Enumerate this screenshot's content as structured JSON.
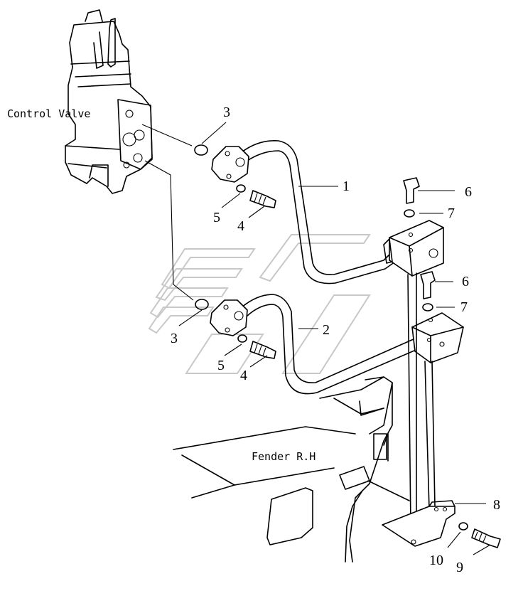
{
  "labels": {
    "control_valve": "Control Valve",
    "fender": "Fender R.H"
  },
  "callouts": {
    "c1": "1",
    "c2": "2",
    "c3_upper": "3",
    "c3_lower": "3",
    "c4_upper": "4",
    "c4_lower": "4",
    "c5_upper": "5",
    "c5_lower": "5",
    "c6_upper": "6",
    "c6_lower": "6",
    "c7_upper": "7",
    "c7_lower": "7",
    "c8": "8",
    "c9": "9",
    "c10": "10"
  }
}
